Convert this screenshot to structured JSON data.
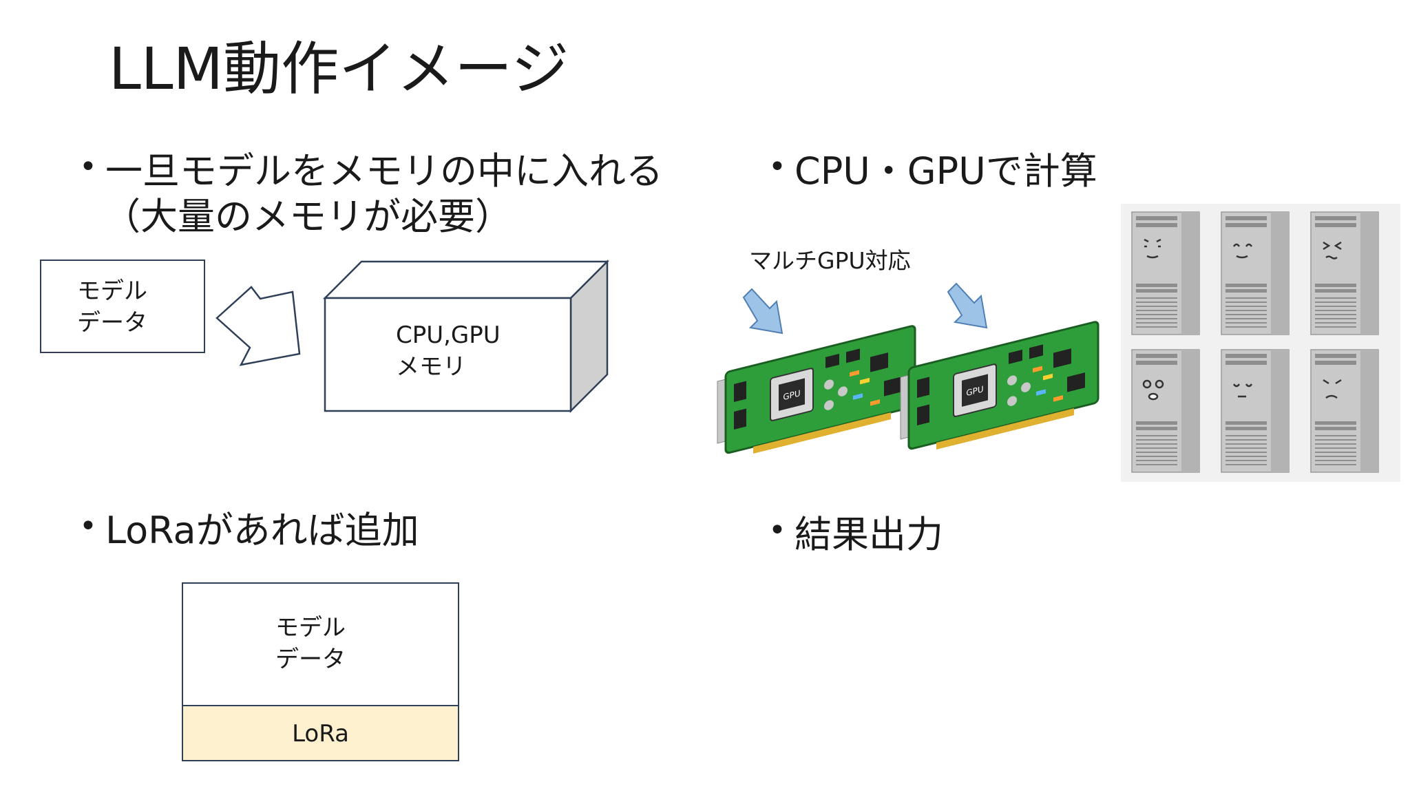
{
  "slide": {
    "title": "LLM動作イメージ",
    "bullets": {
      "load_line1": "一旦モデルをメモリの中に入れる",
      "load_line2": "（大量のメモリが必要）",
      "lora": "LoRaがあれば追加",
      "compute": "CPU・GPUで計算",
      "output": "結果出力"
    },
    "bullet_glyph": "•",
    "model_box": {
      "line1": "モデル",
      "line2": "データ"
    },
    "memory_cube": {
      "line1": "CPU,GPU",
      "line2": "メモリ"
    },
    "stack": {
      "line1": "モデル",
      "line2": "データ",
      "lora_label": "LoRa"
    },
    "gpu_note": "マルチGPU対応",
    "gpu_chip_label": "GPU",
    "colors": {
      "text": "#1a1a1a",
      "box_border": "#2f3f58",
      "lora_fill": "#fdf0cf",
      "arrow_blue": "#9dc3e6",
      "pcb_green": "#2e9e3a",
      "server_gray": "#c9c9c9"
    }
  }
}
